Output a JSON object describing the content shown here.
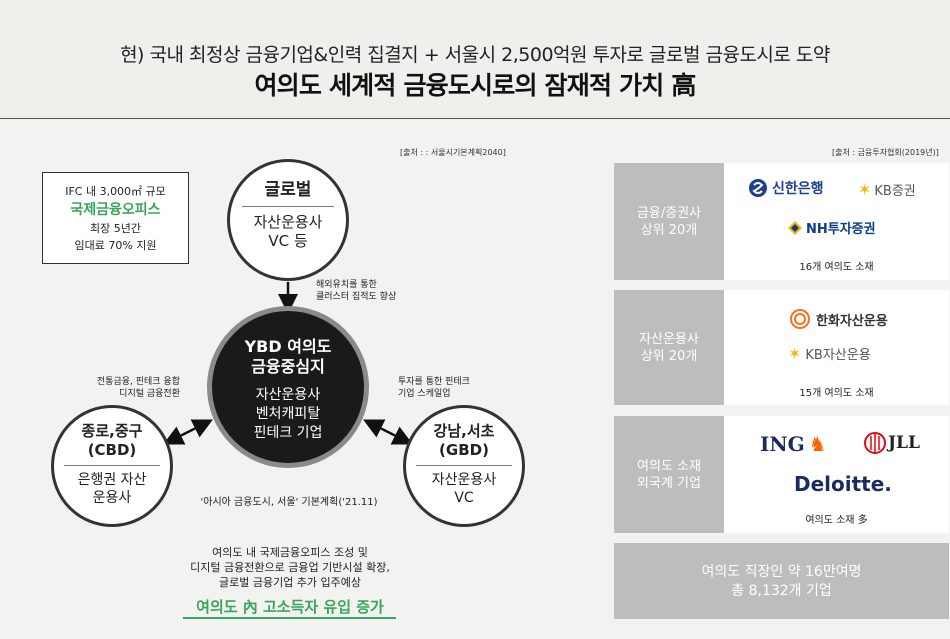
{
  "header": {
    "subtitle": "현) 국내 최정상 금융기업&인력 집결지 + 서울시 2,500억원 투자로 글로벌 금융도시로 도약",
    "title": "여의도 세계적 금융도시로의 잠재적 가치 高"
  },
  "left": {
    "source": "[출처 : : 서울시기본계획2040]",
    "ifc_box": {
      "line1": "IFC 내 3,000㎡ 규모",
      "line2": "국제금융오피스",
      "line3": "최장 5년간",
      "line4": "임대료 70% 지원"
    },
    "global": {
      "title": "글로벌",
      "body1": "자산운용사",
      "body2": "VC 등"
    },
    "center": {
      "title1": "YBD 여의도",
      "title2": "금융중심지",
      "body1": "자산운용사",
      "body2": "벤처캐피탈",
      "body3": "핀테크 기업"
    },
    "cbd": {
      "title1": "종로,중구",
      "title2": "(CBD)",
      "body1": "은행권 자산",
      "body2": "운용사"
    },
    "gbd": {
      "title1": "강남,서초",
      "title2": "(GBD)",
      "body1": "자산운용사",
      "body2": "VC"
    },
    "note_global": {
      "line1": "해외유치를 통한",
      "line2": "클러스터 집적도 향상"
    },
    "note_cbd": {
      "line1": "전통금융, 핀테크 융합",
      "line2": "디지털 금융전환"
    },
    "note_gbd": {
      "line1": "투자를 통한 핀테크",
      "line2": "기업 스케일업"
    },
    "plan": "'아시아 금융도시, 서울' 기본계획('21.11)",
    "summary": {
      "line1": "여의도 내 국제금융오피스 조성 및",
      "line2": "디지털 금융전환으로  금융업 기반시설 확장,",
      "line3": "글로벌 금융기업 추가 입주예상"
    },
    "conclusion": "여의도 內 고소득자 유입 증가"
  },
  "right": {
    "source": "[출처 : 금융투자협회(2019년)]",
    "rows": [
      {
        "label1": "금융/증권사",
        "label2": "상위 20개",
        "logos": [
          "신한은행",
          "KB증권",
          "NH투자증권"
        ],
        "count": "16개 여의도 소재"
      },
      {
        "label1": "자산운용사",
        "label2": "상위 20개",
        "logos": [
          "한화자산운용",
          "KB자산운용"
        ],
        "count": "15개 여의도 소재"
      },
      {
        "label1": "여의도 소재",
        "label2": "외국계 기업",
        "logos": [
          "ING",
          "JLL",
          "Deloitte."
        ],
        "count": "여의도 소재 多"
      }
    ],
    "footer": {
      "line1": "여의도 직장인 약 16만여명",
      "line2": "총 8,132개 기업"
    }
  },
  "colors": {
    "accent_green": "#3aa55a",
    "dark": "#1a1a1a",
    "gray_panel": "#bdbdbd",
    "shinhan_blue": "#1d3f8e",
    "kb_yellow": "#f2b705",
    "ing_orange": "#ff6200",
    "jll_red": "#e30613",
    "deloitte_navy": "#1a2b5f",
    "deloitte_green": "#86bc25",
    "nh_blue": "#0a3d8f"
  }
}
